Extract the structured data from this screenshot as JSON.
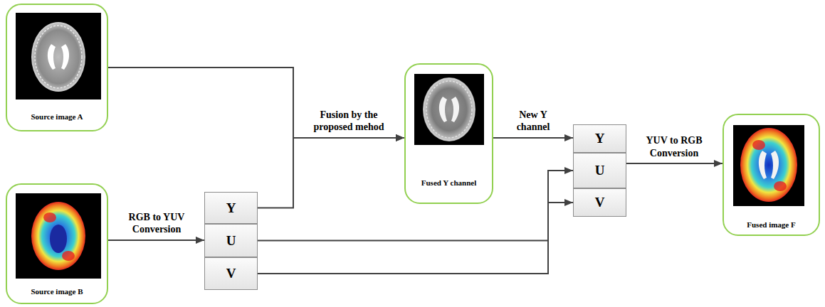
{
  "diagram": {
    "nodes": [
      {
        "text": [
          "Source image A"
        ]
      },
      {
        "text": [
          "Source image B"
        ]
      },
      {
        "text": [
          "Y"
        ]
      },
      {
        "text": [
          "U"
        ]
      },
      {
        "text": [
          "V"
        ]
      },
      {
        "text": [
          "Fused Y channel"
        ]
      },
      {
        "text": [
          "Y"
        ]
      },
      {
        "text": [
          "U"
        ]
      },
      {
        "text": [
          "V"
        ]
      },
      {
        "text": [
          "Fused image F"
        ]
      }
    ],
    "edges": [
      {
        "from": 0,
        "to": 5,
        "arrow": "to",
        "label": "Fusion by the proposed mehod"
      },
      {
        "from": 2,
        "to": 5,
        "arrow": "to"
      },
      {
        "from": 1,
        "to": 3,
        "arrow": "to",
        "label": "RGB to YUV Conversion"
      },
      {
        "from": 3,
        "to": 7,
        "arrow": "to"
      },
      {
        "from": 4,
        "to": 8,
        "arrow": "to"
      },
      {
        "from": 5,
        "to": 6,
        "arrow": "to",
        "label": "New Y channel"
      },
      {
        "from": 7,
        "to": 9,
        "arrow": "to",
        "label": "YUV to RGB Conversion"
      }
    ]
  }
}
